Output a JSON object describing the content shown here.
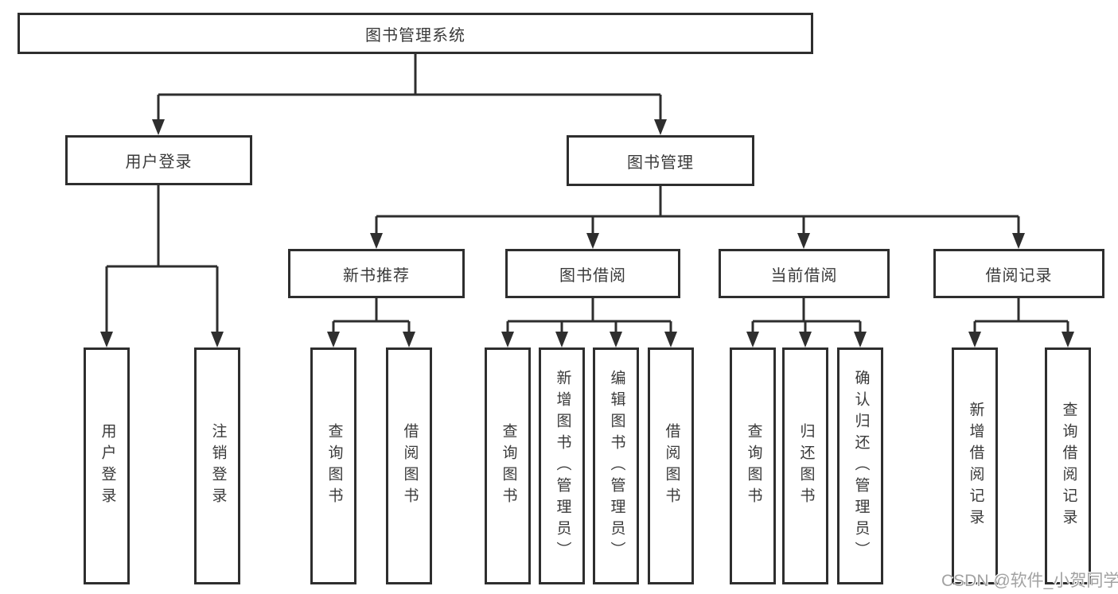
{
  "tree": {
    "root": {
      "label": "图书管理系统"
    },
    "login": {
      "label": "用户登录",
      "children": [
        {
          "label": "用户登录"
        },
        {
          "label": "注销登录"
        }
      ]
    },
    "management": {
      "label": "图书管理",
      "children": [
        {
          "label": "新书推荐",
          "children": [
            {
              "label": "查询图书"
            },
            {
              "label": "借阅图书"
            }
          ]
        },
        {
          "label": "图书借阅",
          "children": [
            {
              "label": "查询图书"
            },
            {
              "label": "新增图书（管理员）"
            },
            {
              "label": "编辑图书（管理员）"
            },
            {
              "label": "借阅图书"
            }
          ]
        },
        {
          "label": "当前借阅",
          "children": [
            {
              "label": "查询图书"
            },
            {
              "label": "归还图书"
            },
            {
              "label": "确认归还（管理员）"
            }
          ]
        },
        {
          "label": "借阅记录",
          "children": [
            {
              "label": "新增借阅记录"
            },
            {
              "label": "查询借阅记录"
            }
          ]
        }
      ]
    }
  },
  "watermark": {
    "text": "CSDN @软件_小贺同学"
  },
  "colors": {
    "line": "#2e2e2e",
    "box_border": "#2e2e2e",
    "text": "#3a3a3a",
    "watermark": "#a2a2a2",
    "background": "#ffffff"
  }
}
